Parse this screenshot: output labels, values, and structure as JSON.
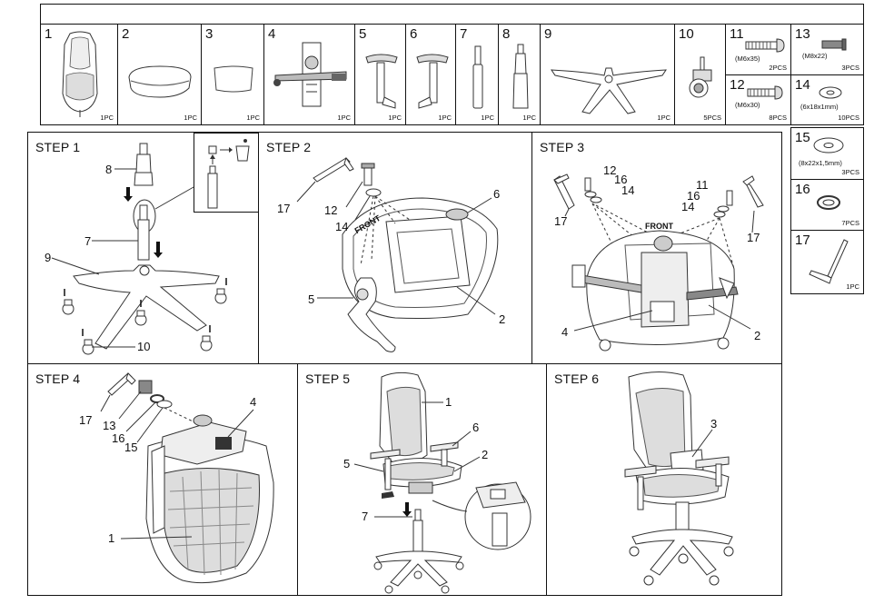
{
  "parts": [
    {
      "num": "1",
      "qty": "1PC",
      "size": ""
    },
    {
      "num": "2",
      "qty": "1PC",
      "size": ""
    },
    {
      "num": "3",
      "qty": "1PC",
      "size": ""
    },
    {
      "num": "4",
      "qty": "1PC",
      "size": ""
    },
    {
      "num": "5",
      "qty": "1PC",
      "size": ""
    },
    {
      "num": "6",
      "qty": "1PC",
      "size": ""
    },
    {
      "num": "7",
      "qty": "1PC",
      "size": ""
    },
    {
      "num": "8",
      "qty": "1PC",
      "size": ""
    },
    {
      "num": "9",
      "qty": "1PC",
      "size": ""
    },
    {
      "num": "10",
      "qty": "5PCS",
      "size": ""
    },
    {
      "num": "11",
      "qty": "2PCS",
      "size": "(M6x35)"
    },
    {
      "num": "12",
      "qty": "8PCS",
      "size": "(M6x30)"
    },
    {
      "num": "13",
      "qty": "3PCS",
      "size": "(M8x22)"
    },
    {
      "num": "14",
      "qty": "10PCS",
      "size": "(6x18x1mm)"
    },
    {
      "num": "15",
      "qty": "3PCS",
      "size": "(8x22x1,5mm)"
    },
    {
      "num": "16",
      "qty": "7PCS",
      "size": ""
    },
    {
      "num": "17",
      "qty": "1PC",
      "size": ""
    }
  ],
  "steps": [
    {
      "title": "STEP 1",
      "callouts": [
        "8",
        "7",
        "9",
        "10"
      ]
    },
    {
      "title": "STEP 2",
      "callouts": [
        "17",
        "12",
        "14",
        "6",
        "5",
        "2"
      ],
      "front": "FRONT"
    },
    {
      "title": "STEP 3",
      "callouts": [
        "12",
        "16",
        "14",
        "17",
        "11",
        "16",
        "14",
        "17",
        "4",
        "2"
      ],
      "front": "FRONT"
    },
    {
      "title": "STEP 4",
      "callouts": [
        "17",
        "13",
        "16",
        "15",
        "4",
        "1"
      ]
    },
    {
      "title": "STEP 5",
      "callouts": [
        "1",
        "6",
        "5",
        "2",
        "7"
      ]
    },
    {
      "title": "STEP 6",
      "callouts": [
        "3"
      ]
    }
  ]
}
